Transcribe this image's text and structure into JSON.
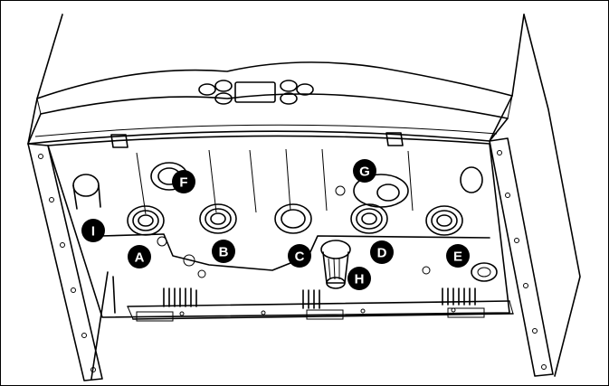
{
  "diagram": {
    "callouts": {
      "a": "A",
      "b": "B",
      "c": "C",
      "d": "D",
      "e": "E",
      "f": "F",
      "g": "G",
      "h": "H",
      "i": "I"
    },
    "colors": {
      "line": "#000000",
      "background": "#ffffff",
      "callout_fill": "#000000",
      "callout_text": "#ffffff",
      "panel_shade": "#f2f2f2"
    }
  }
}
